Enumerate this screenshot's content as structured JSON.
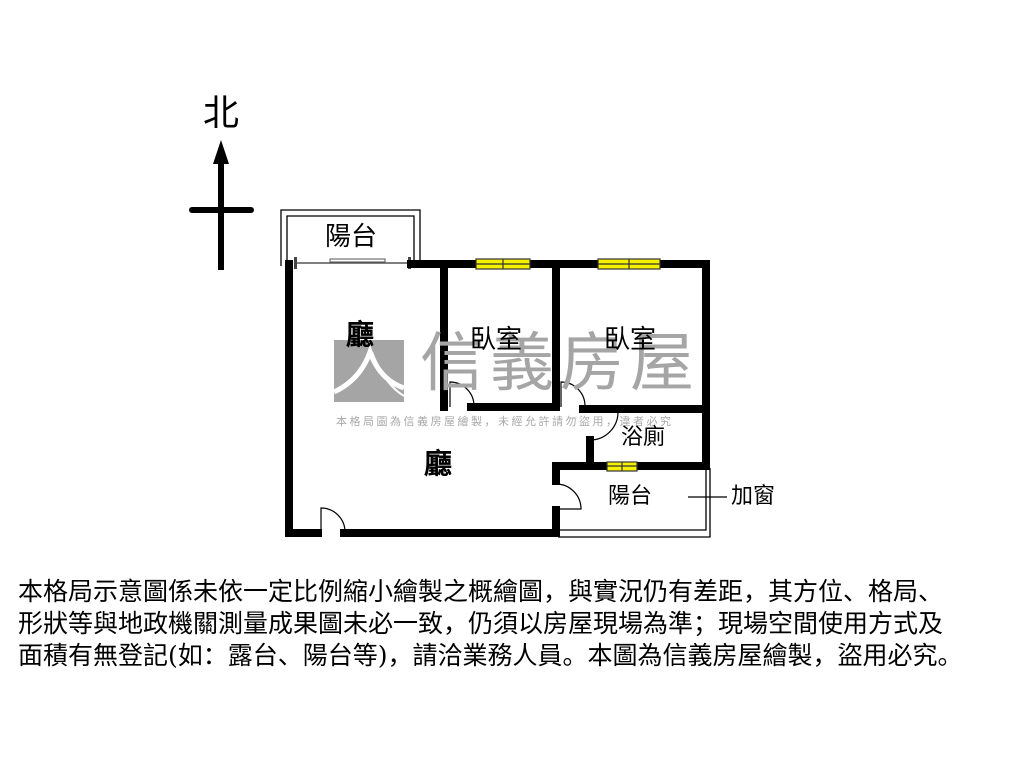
{
  "compass": {
    "label": "北",
    "icon": "north-arrow-icon"
  },
  "rooms": {
    "balcony_top": "陽台",
    "living_upper": "廳",
    "living_lower": "廳",
    "bedroom_1": "臥室",
    "bedroom_2": "臥室",
    "bathroom": "浴廁",
    "balcony_side": "陽台"
  },
  "annotations": {
    "added_window": "加窗"
  },
  "watermark": {
    "brand": "信義房屋",
    "notice": "本格局圖為信義房屋繪製，未經允許請勿盜用，違者必究",
    "logo_color": "#a5a5a5"
  },
  "colors": {
    "wall": "#000000",
    "window_fill": "#f4f000",
    "background": "#ffffff"
  },
  "disclaimer": {
    "lines": [
      "本格局示意圖係未依一定比例縮小繪製之概繪圖，與實況仍有差距，其方位、格局、",
      "形狀等與地政機關測量成果圖未必一致，仍須以房屋現場為準；現場空間使用方式及",
      "面積有無登記(如：露台、陽台等)，請洽業務人員。本圖為信義房屋繪製，盜用必究。"
    ]
  }
}
